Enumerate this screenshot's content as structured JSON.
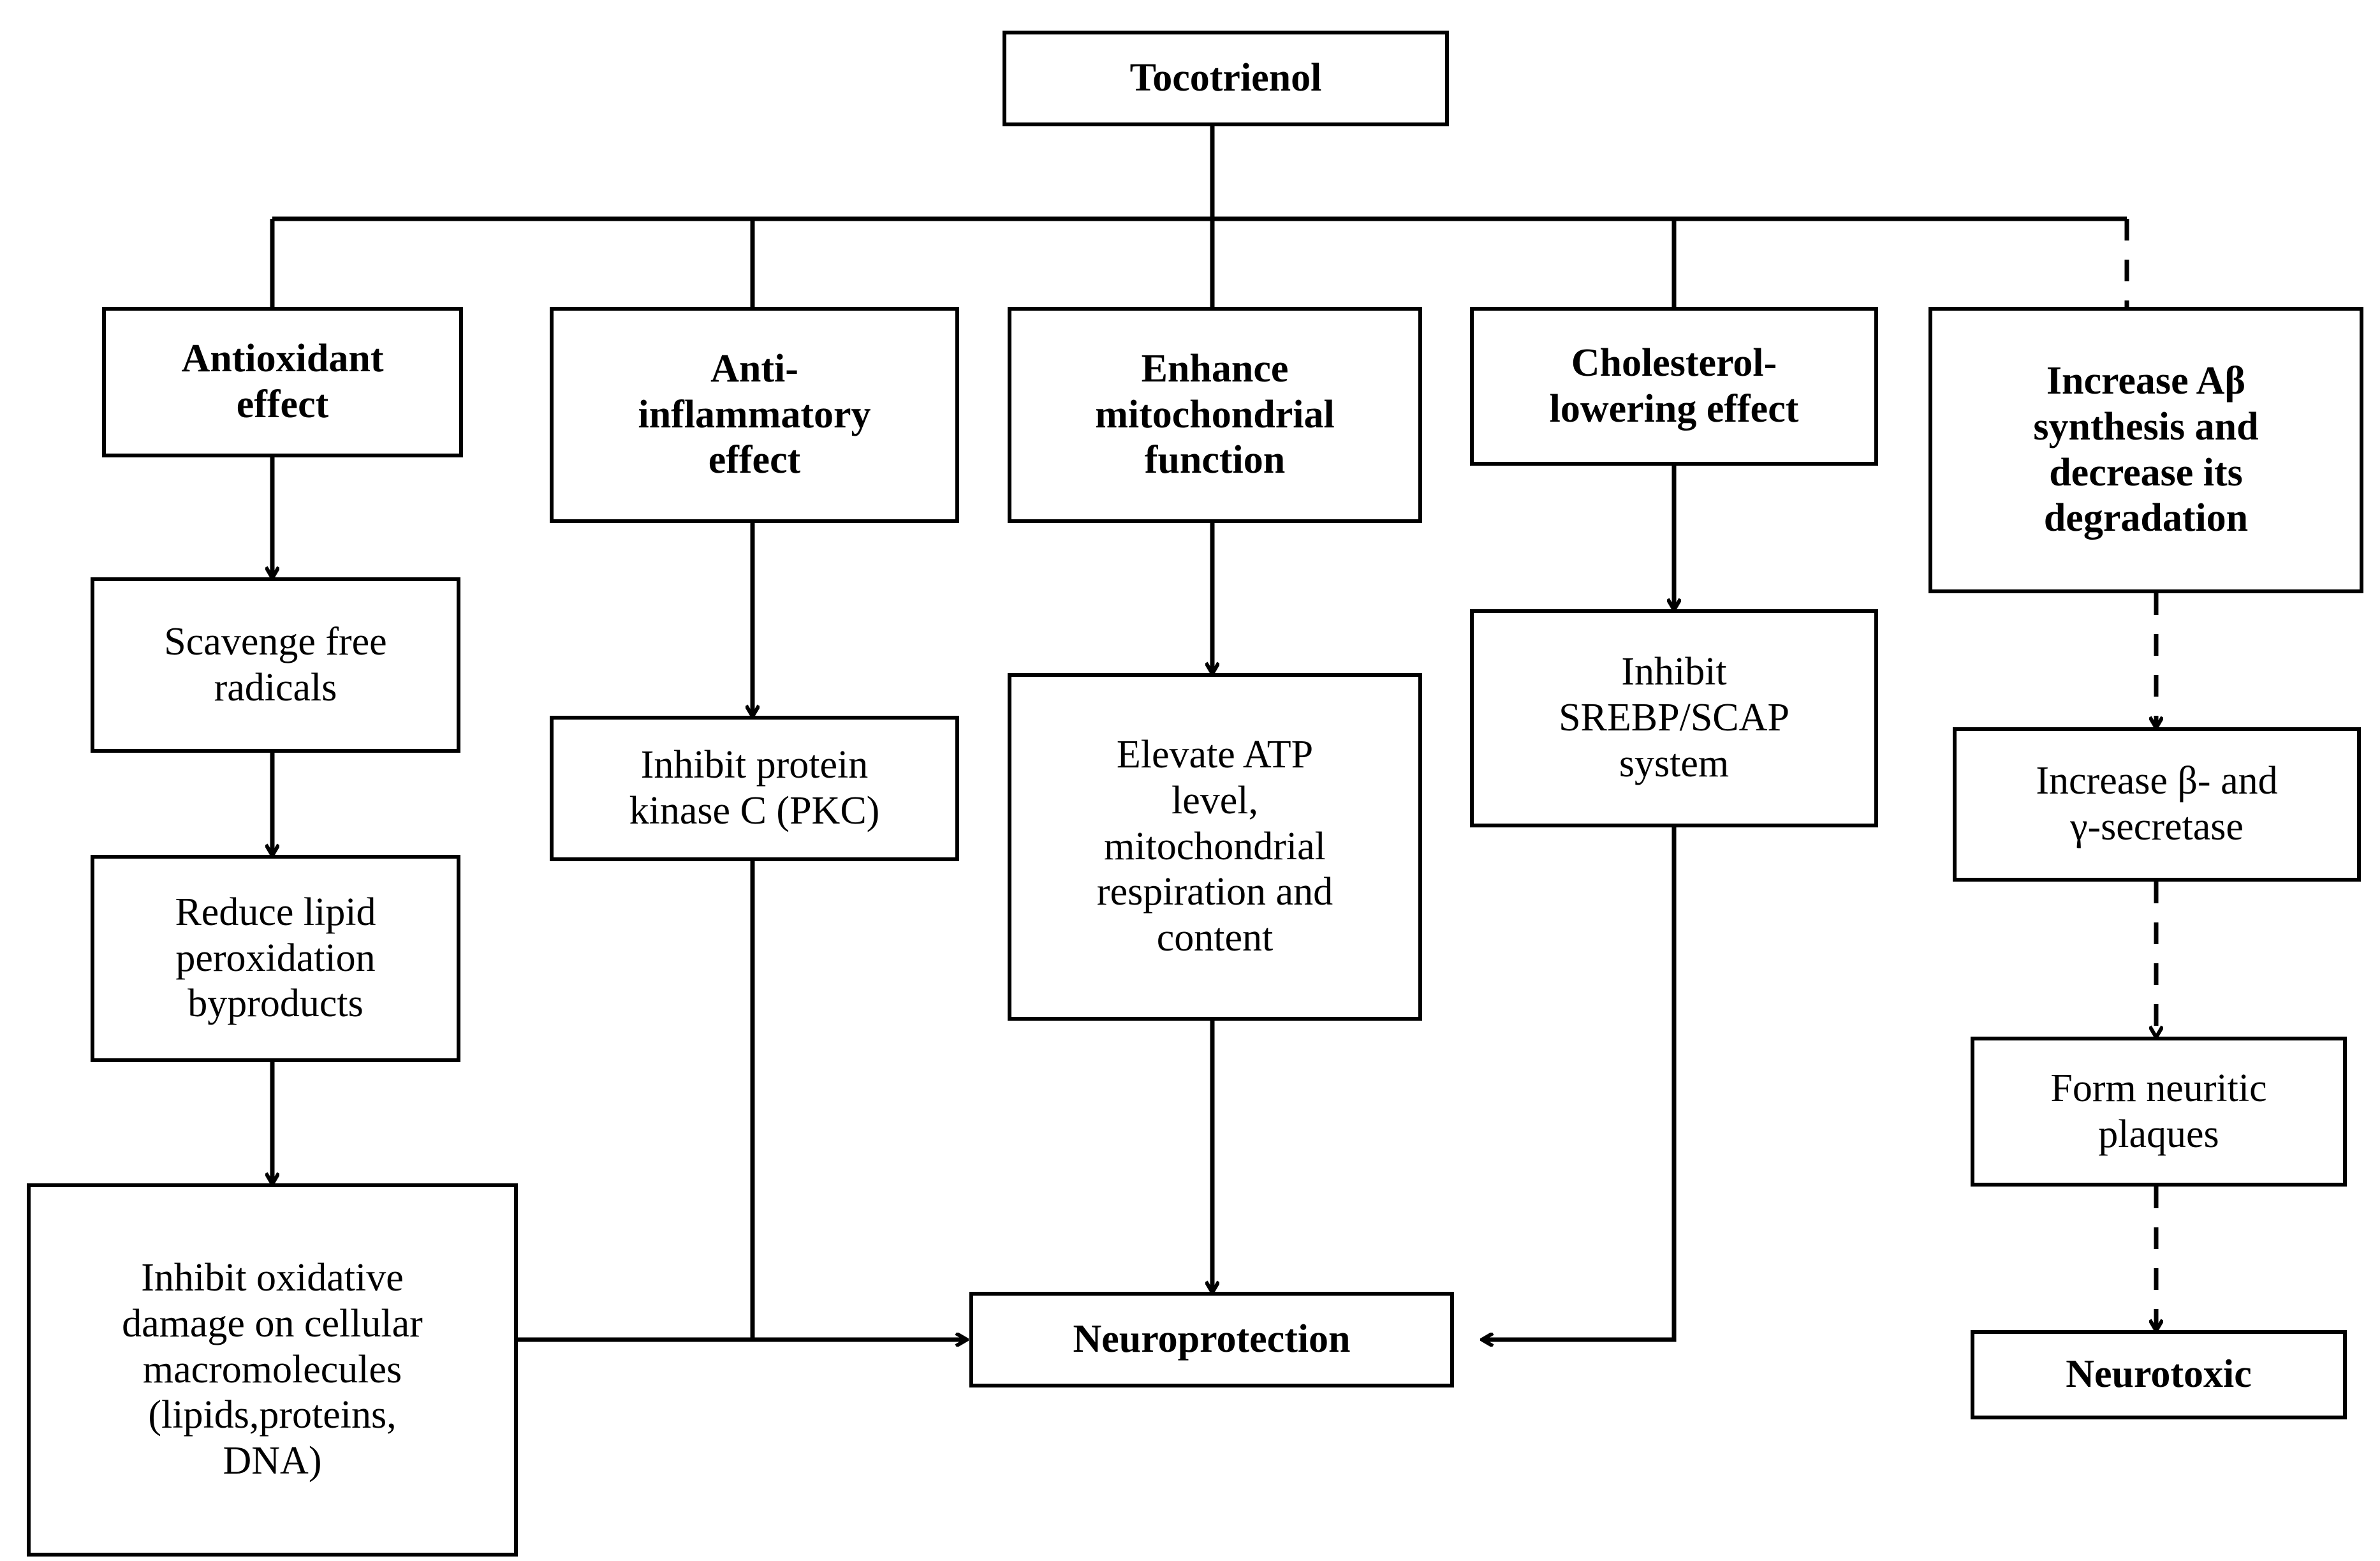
{
  "diagram": {
    "title_node": {
      "label": "Tocotrienol",
      "bold": true
    },
    "branches": [
      {
        "id": "antioxidant",
        "label": "Antioxidant\neffect",
        "bold": true
      },
      {
        "id": "anti-inflammatory",
        "label": "Anti-\ninflammatory\neffect",
        "bold": true
      },
      {
        "id": "mitochondrial",
        "label": "Enhance\nmitochondrial\nfunction",
        "bold": true
      },
      {
        "id": "cholesterol",
        "label": "Cholesterol-\nlowering effect",
        "bold": true
      },
      {
        "id": "abeta",
        "label": "Increase Aβ\nsynthesis and\ndecrease its\ndegradation",
        "bold": true
      }
    ],
    "steps": [
      {
        "id": "scavenge",
        "label": "Scavenge  free\nradicals",
        "bold": false
      },
      {
        "id": "reduce-lipid",
        "label": "Reduce lipid\nperoxidation\nbyproducts",
        "bold": false
      },
      {
        "id": "inhibit-oxidative",
        "label": "Inhibit oxidative\ndamage  on cellular\nmacromolecules\n(lipids,proteins,\nDNA)",
        "bold": false
      },
      {
        "id": "inhibit-pkc",
        "label": "Inhibit protein\nkinase C (PKC)",
        "bold": false
      },
      {
        "id": "elevate-atp",
        "label": "Elevate ATP\nlevel,\nmitochondrial\nrespiration  and\ncontent",
        "bold": false
      },
      {
        "id": "inhibit-srebp",
        "label": "Inhibit\nSREBP/SCAP\nsystem",
        "bold": false
      },
      {
        "id": "increase-secretase",
        "label": "Increase β- and\nγ-secretase",
        "bold": false
      },
      {
        "id": "neuritic-plaques",
        "label": "Form neuritic\nplaques",
        "bold": false
      }
    ],
    "outcomes": [
      {
        "id": "neuroprotection",
        "label": "Neuroprotection",
        "bold": true
      },
      {
        "id": "neurotoxic",
        "label": "Neurotoxic",
        "bold": true
      }
    ],
    "style": {
      "line_color": "#000000",
      "box_fill": "#ffffff",
      "text_color": "#000000"
    }
  }
}
